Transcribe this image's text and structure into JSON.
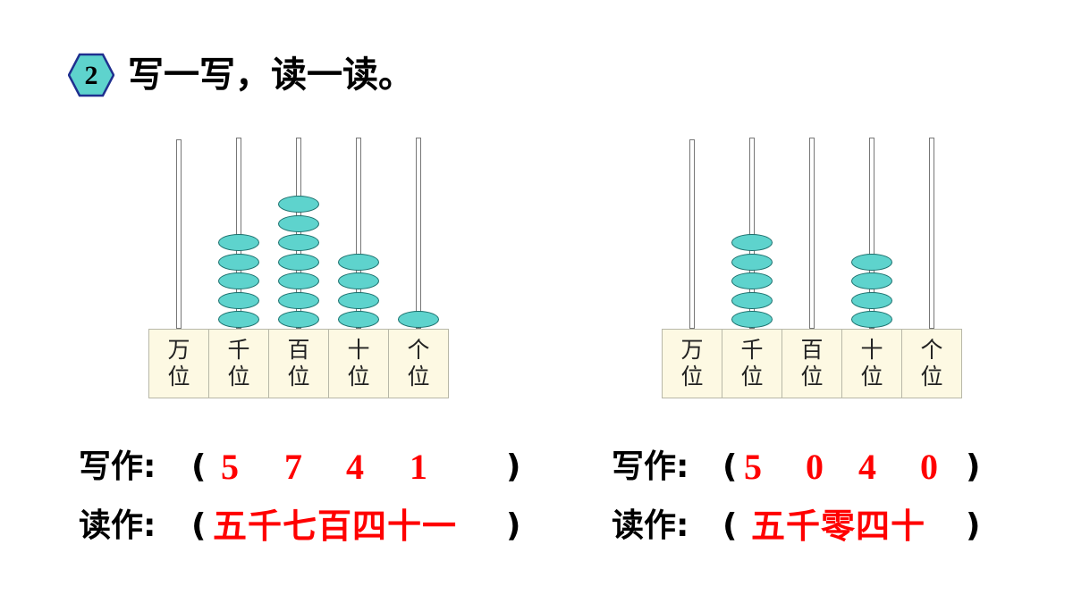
{
  "problem": {
    "number": "2",
    "title": "写一写，读一读。",
    "badge_color": "#5ed3cd"
  },
  "place_labels": [
    {
      "top": "万",
      "bottom": "位"
    },
    {
      "top": "千",
      "bottom": "位"
    },
    {
      "top": "百",
      "bottom": "位"
    },
    {
      "top": "十",
      "bottom": "位"
    },
    {
      "top": "个",
      "bottom": "位"
    }
  ],
  "left": {
    "beads": [
      0,
      5,
      7,
      4,
      1
    ],
    "write_label": "写作:",
    "write_open": "(",
    "write_close": ")",
    "write_digits": [
      "5",
      "7",
      "4",
      "1"
    ],
    "read_label": "读作:",
    "read_open": "(",
    "read_close": ")",
    "read_answer": "五千七百四十一"
  },
  "right": {
    "beads": [
      0,
      5,
      0,
      4,
      0
    ],
    "write_label": "写作:",
    "write_open": "(",
    "write_close": ")",
    "write_digits": [
      "5",
      "0",
      "4",
      "0"
    ],
    "read_label": "读作:",
    "read_open": "(",
    "read_close": ")",
    "read_answer": "五千零四十"
  },
  "colors": {
    "bead": "#5ed3cd",
    "answer": "#ff0000",
    "label_bg": "#fdf9e3"
  }
}
